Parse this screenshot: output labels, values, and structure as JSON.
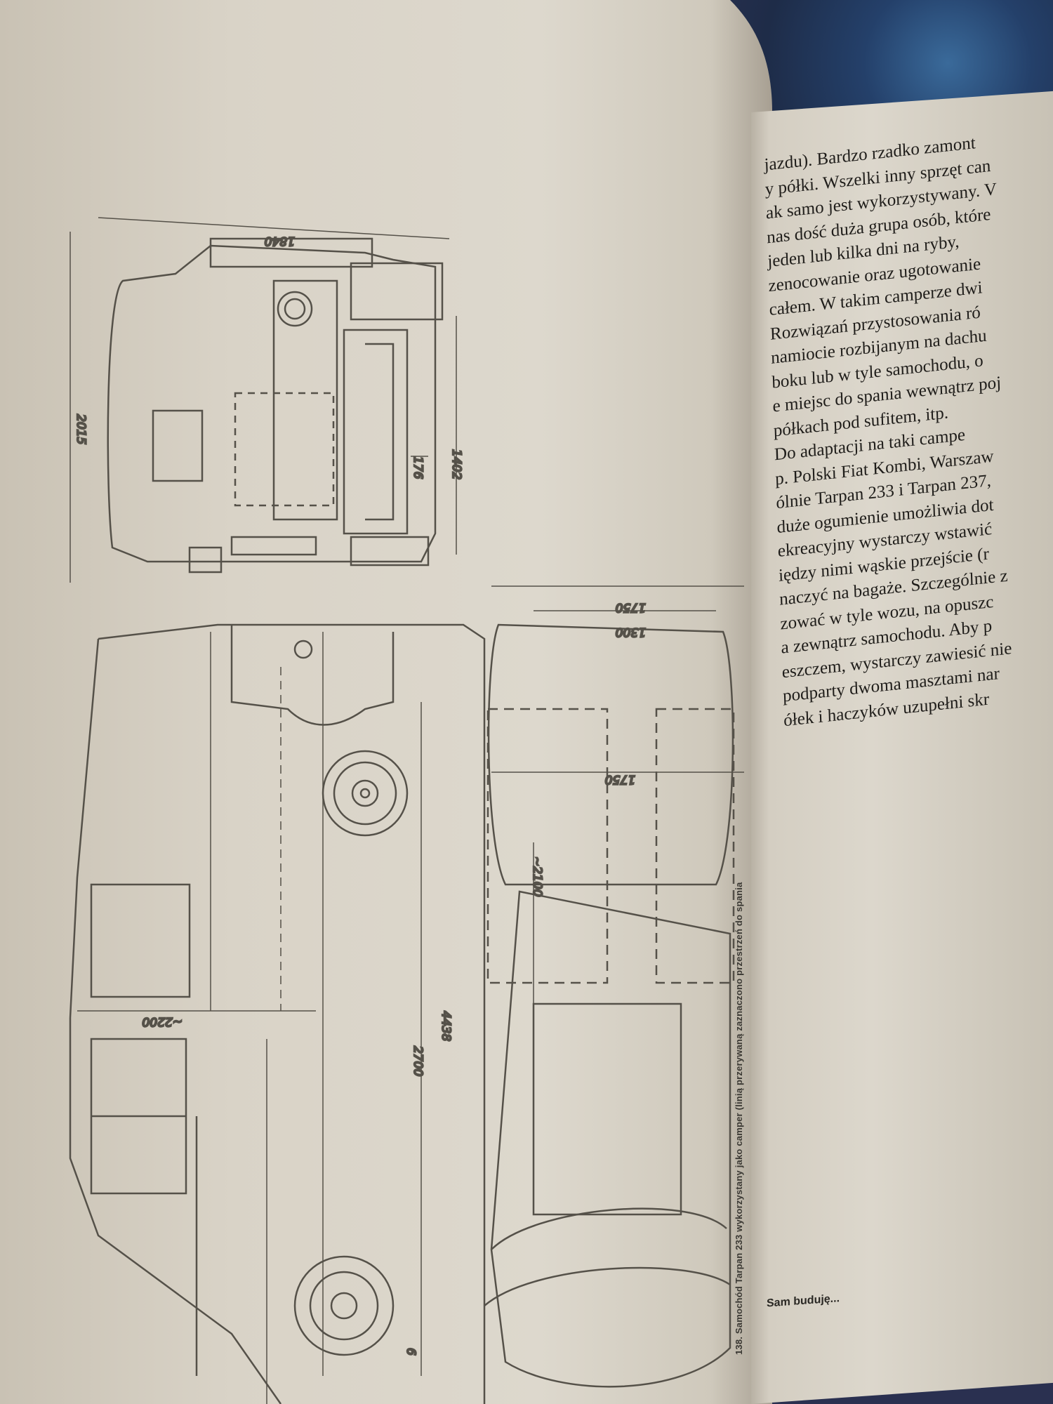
{
  "right_page": {
    "lines": [
      "jazdu). Bardzo rzadko zamont",
      "y półki. Wszelki inny sprzęt can",
      "ak samo jest wykorzystywany. V",
      "nas dość duża grupa osób, które",
      "jeden lub kilka dni na ryby,",
      "zenocowanie oraz ugotowanie",
      "całem. W takim camperze dwi",
      "Rozwiązań przystosowania ró",
      "namiocie rozbijanym na dachu",
      "boku lub w tyle samochodu, o",
      "e miejsc do spania wewnątrz poj",
      "półkach pod sufitem, itp.",
      "Do adaptacji na taki campe",
      "p. Polski Fiat Kombi, Warszaw",
      "ólnie Tarpan 233 i Tarpan 237,",
      "duże ogumienie umożliwia dot",
      "ekreacyjny wystarczy wstawić",
      "iędzy nimi wąskie przejście (r",
      "naczyć na bagaże. Szczególnie z",
      "zować w tyle wozu, na opuszc",
      "a zewnątrz samochodu. Aby p",
      "eszczem, wystarczy zawiesić nie",
      "podparty dwoma masztami nar",
      "ółek i haczyków uzupełni skr"
    ],
    "footer": "Sam buduję..."
  },
  "caption": "138. Samochód Tarpan 233 wykorzystany jako camper (linią przerywaną zaznaczono przestrzeń do spania",
  "dimensions": {
    "front_width": "1840",
    "front_height": "2015",
    "front_inner_height": "1402",
    "front_small": "176",
    "top_width_outer": "1750",
    "top_width_inner": "1300",
    "top_bed_width": "1750",
    "top_bed_length": "~2100",
    "side_wheelbase": "2700",
    "side_length": "4438",
    "side_interior": "~2200",
    "side_small": "6"
  },
  "colors": {
    "paper": "#dcd7cc",
    "ink": "#4a4843",
    "text": "#1f1d1a"
  }
}
